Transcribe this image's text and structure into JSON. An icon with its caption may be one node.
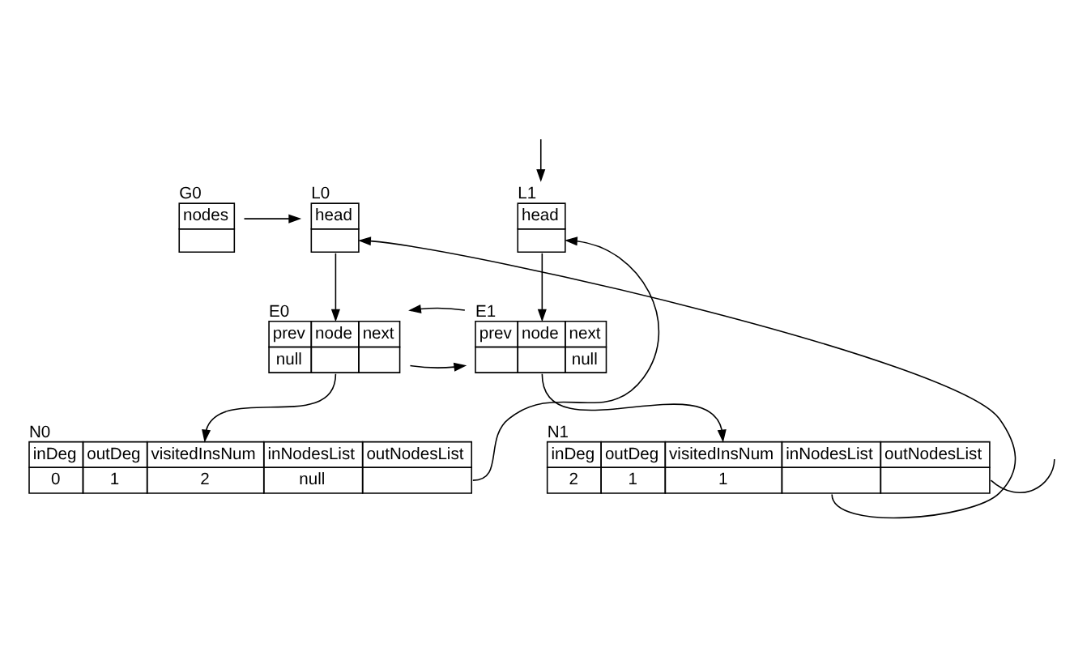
{
  "diagram": {
    "nodes": [
      {
        "text": [
          "G0",
          "nodes"
        ]
      },
      {
        "text": [
          "L0",
          "head"
        ]
      },
      {
        "text": [
          "L1",
          "head"
        ]
      },
      {
        "text": [
          "E0",
          "prev",
          "node",
          "next",
          "null"
        ]
      },
      {
        "text": [
          "E1",
          "prev",
          "node",
          "next",
          "null"
        ]
      },
      {
        "text": [
          "N0",
          "inDeg",
          "outDeg",
          "visitedInsNum",
          "inNodesList",
          "outNodesList",
          "0",
          "1",
          "2",
          "null"
        ]
      },
      {
        "text": [
          "N1",
          "inDeg",
          "outDeg",
          "visitedInsNum",
          "inNodesList",
          "outNodesList",
          "2",
          "1",
          "1"
        ]
      }
    ],
    "edges": [
      {
        "from": 0,
        "to": 1,
        "arrow": "to"
      },
      {
        "from": 1,
        "to": 3,
        "arrow": "to"
      },
      {
        "from": 2,
        "to": 4,
        "arrow": "to"
      },
      {
        "from": 3,
        "to": 5,
        "arrow": "to"
      },
      {
        "from": 3,
        "to": 4,
        "arrow": "to"
      },
      {
        "from": 4,
        "to": 3,
        "arrow": "to"
      },
      {
        "from": 4,
        "to": 6,
        "arrow": "to"
      },
      {
        "from": 5,
        "to": 2,
        "arrow": "to"
      },
      {
        "from": null,
        "to": 2,
        "arrow": "to"
      },
      {
        "from": 6,
        "to": null,
        "arrow": "none"
      },
      {
        "from": 6,
        "to": 1,
        "arrow": "to"
      }
    ]
  }
}
